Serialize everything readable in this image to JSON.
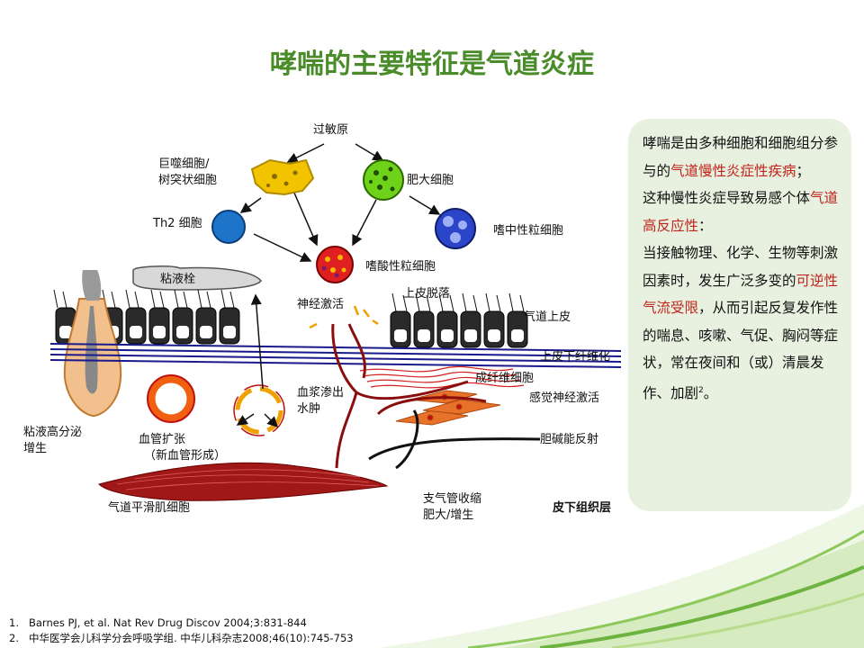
{
  "title": "哮喘的主要特征是气道炎症",
  "diagram": {
    "allergen": "过敏原",
    "macrophage_line1": "巨噬细胞/",
    "macrophage_line2": "树突状细胞",
    "mast_cell": "肥大细胞",
    "th2": "Th2 细胞",
    "neutrophil": "嗜中性粒细胞",
    "eosinophil": "嗜酸性粒细胞",
    "mucus_plug": "粘液栓",
    "nerve_activation": "神经激活",
    "epithelial_shedding": "上皮脱落",
    "airway_epithelium": "气道上皮",
    "subepithelial_fibrosis": "上皮下纤维化",
    "fibroblast": "成纤维细胞",
    "sensory_nerve": "感觉神经激活",
    "plasma_leak_line1": "血浆渗出",
    "plasma_leak_line2": "水肿",
    "mucus_hyper_line1": "粘液高分泌",
    "mucus_hyper_line2": "增生",
    "vasodilation_line1": "血管扩张",
    "vasodilation_line2": "（新血管形成）",
    "cholinergic_reflex": "胆碱能反射",
    "smooth_muscle": "气道平滑肌细胞",
    "bronchoconstriction_line1": "支气管收缩",
    "bronchoconstriction_line2": "肥大/增生",
    "submucosa": "皮下组织层"
  },
  "panel": {
    "text1": "哮喘是由多种细胞和细胞组分参与的",
    "red1": "气道慢性炎症性疾病",
    "text2": "；",
    "text3": "这种慢性炎症导致易感个体",
    "red2": "气道高反应性",
    "text4": "：",
    "text5": "当接触物理、化学、生物等刺激因素时，发生广泛多变的",
    "red3": "可逆性气流受限",
    "text6": "，从而引起反复发作性的喘息、咳嗽、气促、胸闷等症状，常在夜间和（或）清晨发作、加剧",
    "sup": "2",
    "end": "。"
  },
  "references": [
    {
      "num": "1.",
      "text": "Barnes PJ,  et al. Nat Rev Drug Discov 2004;3:831-844"
    },
    {
      "num": "2.",
      "text": "中华医学会儿科学分会呼吸学组. 中华儿科杂志2008;46(10):745-753"
    }
  ],
  "colors": {
    "title": "#4a8b2a",
    "panel_bg": "#e8f1df",
    "highlight": "#c0241c",
    "membrane": "#1a1a8c",
    "muscle": "#a01818",
    "wave_green": "#7cc242"
  }
}
